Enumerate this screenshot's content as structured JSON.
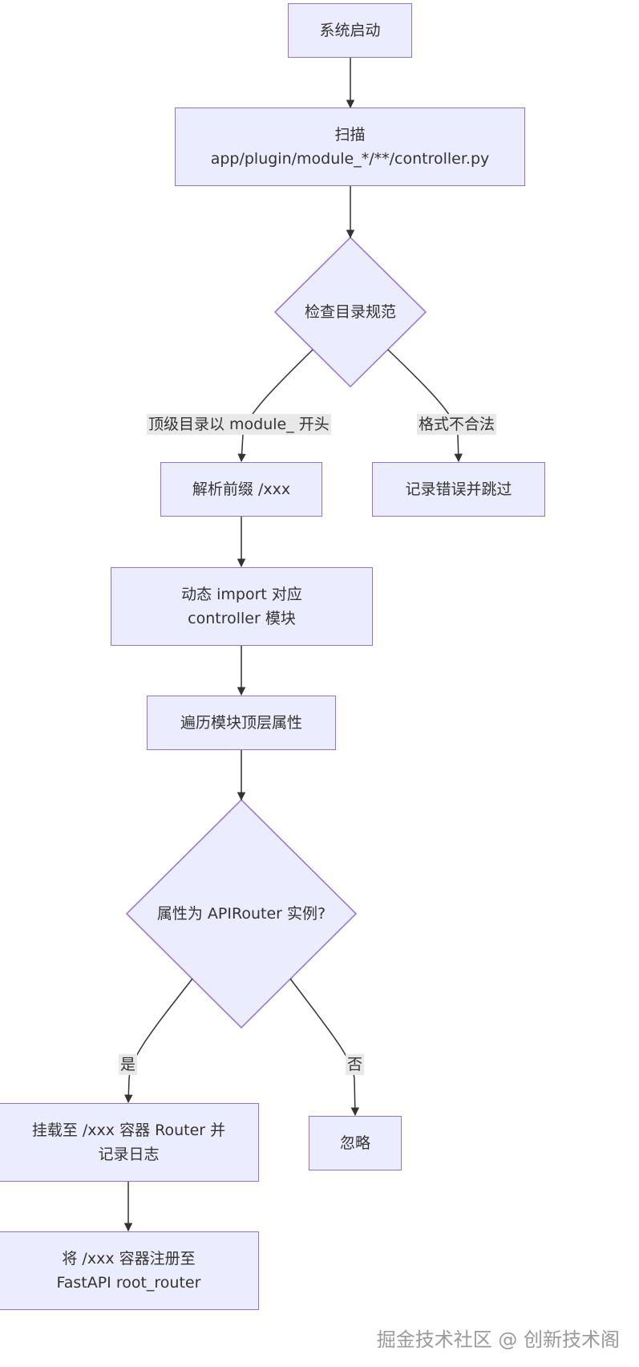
{
  "diagram": {
    "nodes": {
      "start": "系统启动",
      "scan_line1": "扫描",
      "scan_line2": "app/plugin/module_*/**/controller.py",
      "check_dir": "检查目录规范",
      "parse_prefix": "解析前缀 /xxx",
      "log_skip": "记录错误并跳过",
      "import_line1": "动态 import 对应",
      "import_line2": "controller 模块",
      "iterate": "遍历模块顶层属性",
      "is_router": "属性为 APIRouter 实例?",
      "mount_line1": "挂载至 /xxx 容器 Router 并",
      "mount_line2": "记录日志",
      "ignore": "忽略",
      "register_line1": "将 /xxx 容器注册至",
      "register_line2": "FastAPI root_router"
    },
    "edge_labels": {
      "valid_dir": "顶级目录以 module_ 开头",
      "invalid_dir": "格式不合法",
      "yes": "是",
      "no": "否"
    }
  },
  "footer": {
    "watermark": "掘金技术社区 @ 创新技术阁"
  },
  "colors": {
    "node_fill": "#ececff",
    "node_stroke": "#9370db",
    "edge": "#333333",
    "label_bg": "#e8e8e8"
  }
}
